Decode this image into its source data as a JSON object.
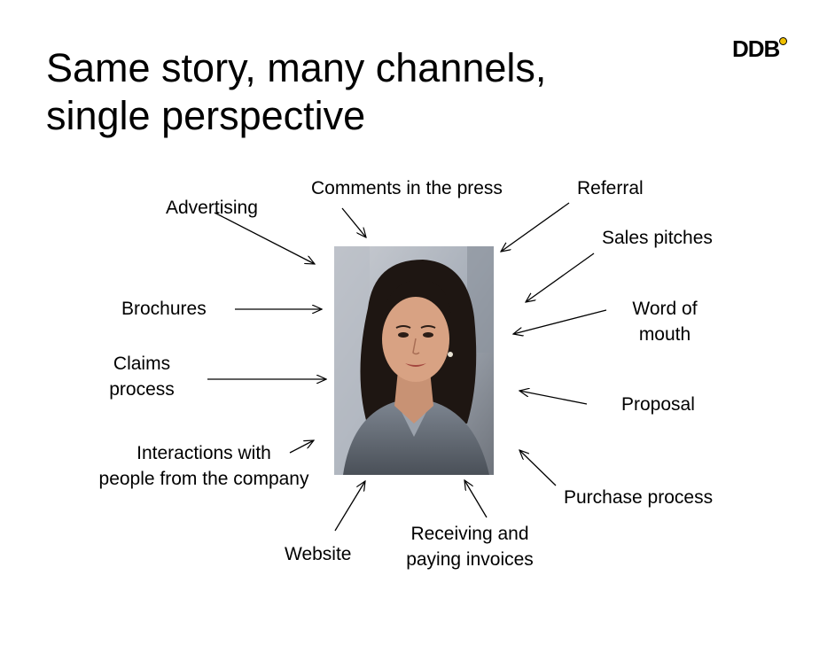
{
  "title": {
    "line1": "Same story, many channels,",
    "line2": "single perspective"
  },
  "logo": "DDB",
  "labels": {
    "press": "Comments in the press",
    "referral": "Referral",
    "advertising": "Advertising",
    "sales": "Sales pitches",
    "brochures": "Brochures",
    "wom1": "Word of",
    "wom2": "mouth",
    "claims1": "Claims",
    "claims2": "process",
    "proposal": "Proposal",
    "interact1": "Interactions with",
    "interact2": "people from the company",
    "purchase": "Purchase process",
    "invoices1": "Receiving and",
    "invoices2": "paying invoices",
    "website": "Website"
  },
  "colors": {
    "text": "#000000",
    "logo_dot": "#f0c000"
  }
}
